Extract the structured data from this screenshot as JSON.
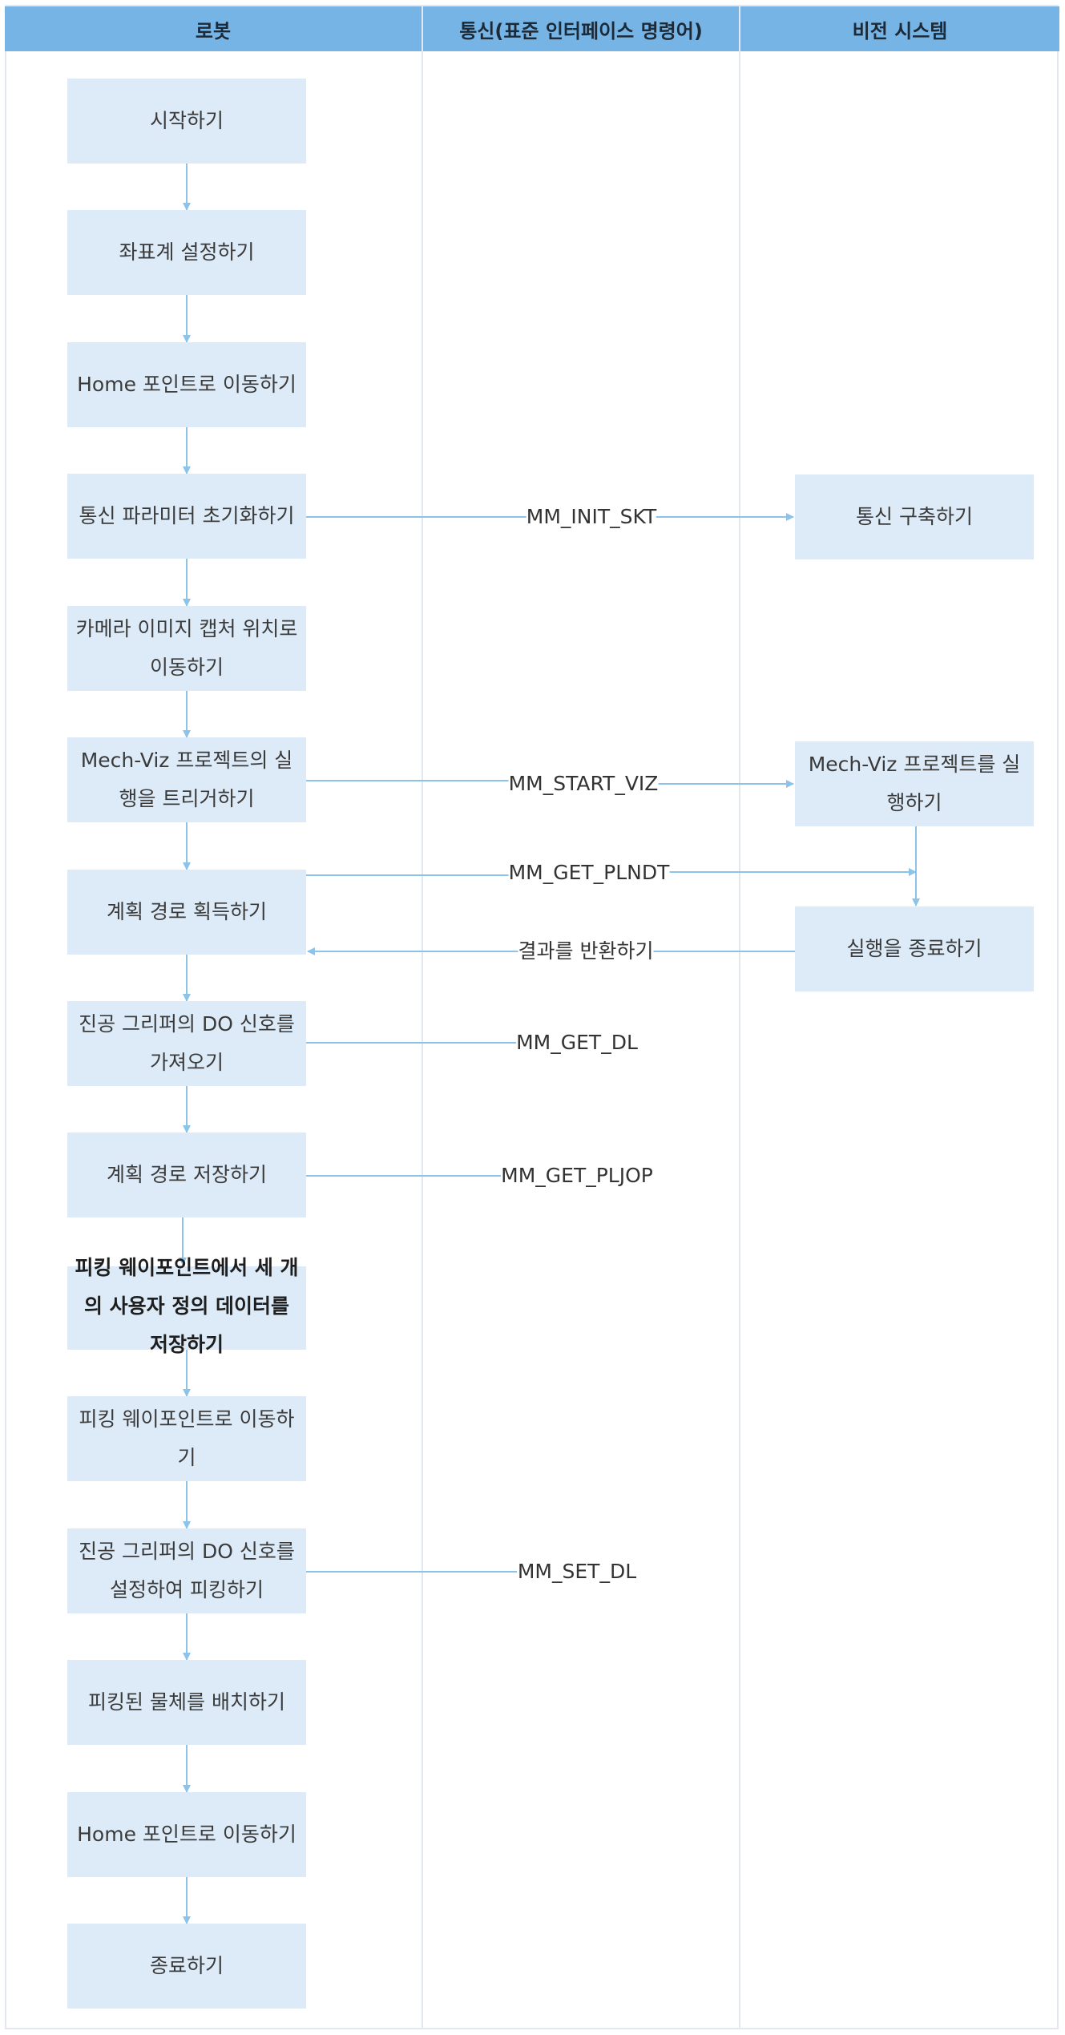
{
  "header": {
    "col_robot": "로봇",
    "col_comm": "통신(표준 인터페이스 명령어)",
    "col_vision": "비전 시스템"
  },
  "robot_steps": [
    "시작하기",
    "좌표계 설정하기",
    "Home 포인트로 이동하기",
    "통신 파라미터 초기화하기",
    "카메라 이미지 캡처 위치로 이동하기",
    "Mech-Viz 프로젝트의 실행을 트리거하기",
    "계획 경로 획득하기",
    "진공 그리퍼의 DO 신호를 가져오기",
    "계획 경로 저장하기",
    "피킹 웨이포인트에서 세 개의 사용자 정의 데이터를 저장하기",
    "피킹 웨이포인트로 이동하기",
    "진공 그리퍼의 DO 신호를 설정하여 피킹하기",
    "피킹된 물체를 배치하기",
    "Home 포인트로 이동하기",
    "종료하기"
  ],
  "vision_steps": [
    "통신 구축하기",
    "Mech-Viz 프로젝트를 실행하기",
    "실행을 종료하기"
  ],
  "commands": [
    "MM_INIT_SKT",
    "MM_START_VIZ",
    "MM_GET_PLNDT",
    "결과를 반환하기",
    "MM_GET_DL",
    "MM_GET_PLJOP",
    "MM_SET_DL"
  ],
  "colors": {
    "header_bg": "#76b4e6",
    "box_bg": "#ddebf8",
    "arrow": "#8cc3ea",
    "lane_border": "#e3e8ee"
  }
}
